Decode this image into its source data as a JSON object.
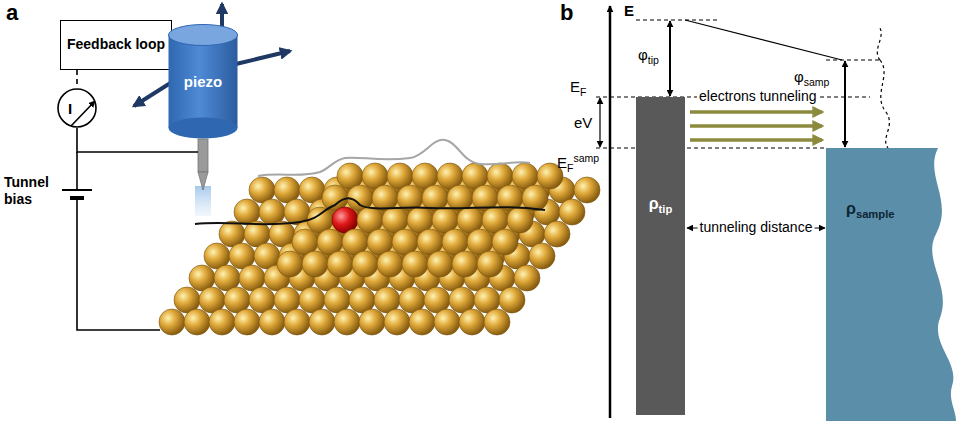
{
  "diagram": {
    "nodes": [
      {
        "text": [
          "Feedback loop"
        ]
      },
      {
        "text": [
          "piezo"
        ]
      },
      {
        "text": [
          "I"
        ]
      },
      {
        "text": [
          "ρtip"
        ]
      },
      {
        "text": [
          "ρsample"
        ]
      }
    ],
    "edges": [
      {
        "from": 0,
        "to": 1,
        "arrow": "none"
      },
      {
        "from": 0,
        "to": 2,
        "arrow": "none"
      }
    ],
    "labels": [
      "a",
      "Tunnel bias",
      "b",
      "E",
      "φtip",
      "EF",
      "eV",
      "EFsamp",
      "electrons tunneling",
      "φsamp",
      "tunneling distance"
    ]
  }
}
